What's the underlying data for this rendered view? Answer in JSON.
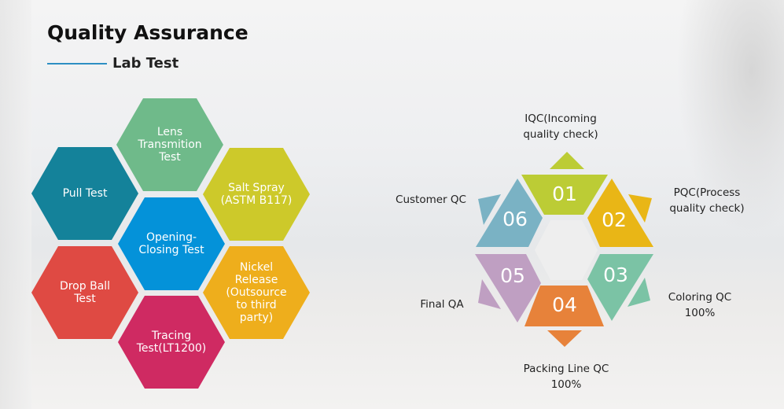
{
  "header": {
    "title": "Quality Assurance",
    "subtitle": "Lab Test"
  },
  "lab_tests": [
    {
      "label": "Lens Transmition Test",
      "color": "#6fba8a"
    },
    {
      "label": "Pull Test",
      "color": "#14829a"
    },
    {
      "label": "Salt Spray (ASTM B117)",
      "color": "#cdc92a"
    },
    {
      "label": "Opening-Closing Test",
      "color": "#0492d9"
    },
    {
      "label": "Drop Ball Test",
      "color": "#df4a43"
    },
    {
      "label": "Nickel Release (Outsource to third party)",
      "color": "#eeae1c"
    },
    {
      "label": "Tracing Test(LT1200)",
      "color": "#cf2a62"
    }
  ],
  "qc_steps": [
    {
      "number": "01",
      "label": "IQC(Incoming quality check)",
      "color": "#bccc35"
    },
    {
      "number": "02",
      "label": "PQC(Process quality check)",
      "color": "#e9b616"
    },
    {
      "number": "03",
      "label": "Coloring QC 100%",
      "color": "#7bc3a5"
    },
    {
      "number": "04",
      "label": "Packing Line QC 100%",
      "color": "#e7823a"
    },
    {
      "number": "05",
      "label": "Final QA",
      "color": "#bf9fc2"
    },
    {
      "number": "06",
      "label": "Customer QC",
      "color": "#7ab2c4"
    }
  ]
}
